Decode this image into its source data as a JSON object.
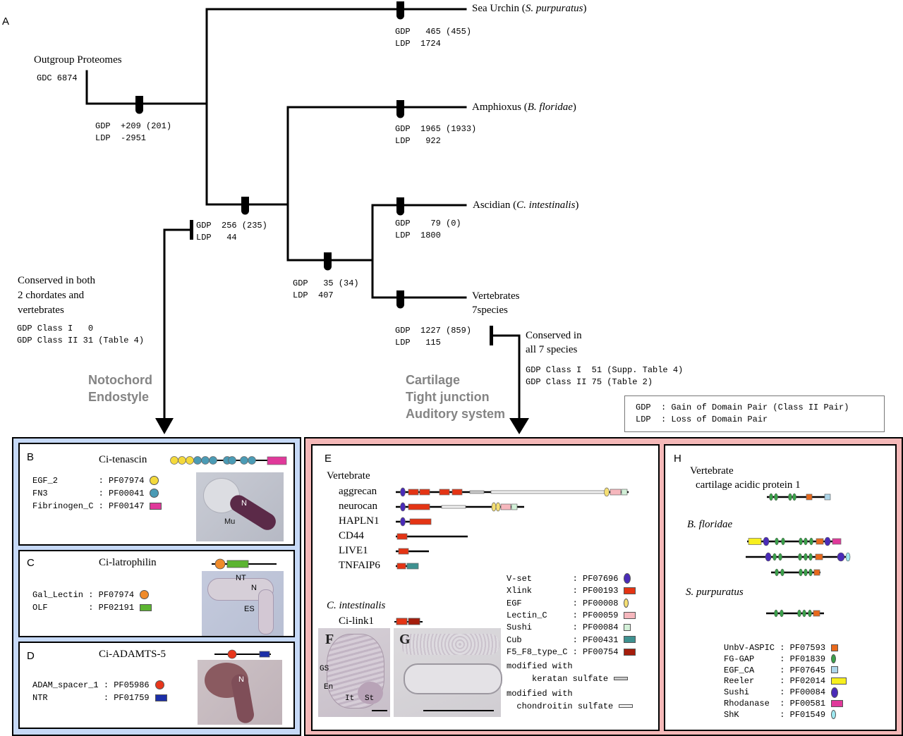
{
  "panel_labels": {
    "A": "A",
    "B": "B",
    "C": "C",
    "D": "D",
    "E": "E",
    "F": "F",
    "G": "G",
    "H": "H"
  },
  "tree": {
    "outgroup": {
      "title": "Outgroup Proteomes",
      "gdc": "GDC 6874"
    },
    "root_branch": {
      "gdp": "GDP  +209 (201)",
      "ldp": "LDP  -2951"
    },
    "sea_urchin": {
      "name": "Sea Urchin (",
      "species": "S. purpuratus",
      "close": ")",
      "gdp": "GDP   465 (455)",
      "ldp": "LDP  1724"
    },
    "amphioxus": {
      "name": "Amphioxus (",
      "species": "B. floridae",
      "close": ")",
      "gdp": "GDP  1965 (1933)",
      "ldp": "LDP   922"
    },
    "chordate_node": {
      "gdp": "GDP  256 (235)",
      "ldp": "LDP   44"
    },
    "ascidian": {
      "name": "Ascidian (",
      "species": "C. intestinalis",
      "close": ")",
      "gdp": "GDP    79 (0)",
      "ldp": "LDP  1800"
    },
    "olfactore_node": {
      "gdp": "GDP   35 (34)",
      "ldp": "LDP  407"
    },
    "vertebrates": {
      "name_line1": "Vertebrates",
      "name_line2": "7species",
      "gdp": "GDP  1227 (859)",
      "ldp": "LDP   115"
    },
    "conserved_chordates": {
      "line1": "Conserved in both",
      "line2": "2 chordates and",
      "line3": "vertebrates",
      "class1": "GDP Class I   0",
      "class2": "GDP Class II 31 (Table 4)"
    },
    "conserved_vertebrates": {
      "line1": "Conserved in",
      "line2": "all 7 species",
      "class1": "GDP Class I  51 (Supp. Table 4)",
      "class2": "GDP Class II 75 (Table 2)"
    },
    "function_left": [
      "Notochord",
      "Endostyle"
    ],
    "function_right": [
      "Cartilage",
      "Tight junction",
      "Auditory system"
    ],
    "legend": {
      "gdp": "GDP  : Gain of Domain Pair (Class II Pair)",
      "ldp": "LDP  : Loss of Domain Pair"
    }
  },
  "colors": {
    "left_frame_bg": "#c6d9f7",
    "right_frame_bg": "#f5b8b8",
    "egf2": "#f4d93b",
    "fn3": "#4b9bb5",
    "fibrinogen_c": "#e0399a",
    "gal_lectin": "#f08b2a",
    "olf": "#5cb531",
    "adam_spacer": "#e8361b",
    "ntr": "#1c2fa8",
    "vset": "#4a2bb8",
    "xlink": "#e43414",
    "egf": "#f5df73",
    "lectin_c": "#f6b7bd",
    "sushi_e": "#d3f0d8",
    "cub": "#3e9190",
    "f5f8": "#a51d0c",
    "keratan": "#c9c9c9",
    "chondroitin": "#f2f2f2",
    "unbv": "#e8691c",
    "fggap": "#3aa04a",
    "egfca": "#aed6ea",
    "reeler": "#f7ef1e",
    "sushi_h": "#4a2bb8",
    "rhodanase": "#e0399a",
    "shk": "#9fe9f1"
  },
  "panel_b": {
    "title": "Ci-tenascin",
    "legend": [
      {
        "name": "EGF_2       ",
        "pfam": ": PF07974",
        "key": "egf2",
        "shape": "circle"
      },
      {
        "name": "FN3         ",
        "pfam": ": PF00041",
        "key": "fn3",
        "shape": "circle"
      },
      {
        "name": "Fibrinogen_C",
        "pfam": ": PF00147",
        "key": "fibrinogen_c",
        "shape": "rect"
      }
    ],
    "photo_labels": [
      "N",
      "Mu"
    ]
  },
  "panel_c": {
    "title": "Ci-latrophilin",
    "legend": [
      {
        "name": "Gal_Lectin",
        "pfam": ": PF07974",
        "key": "gal_lectin",
        "shape": "circle"
      },
      {
        "name": "OLF       ",
        "pfam": ": PF02191",
        "key": "olf",
        "shape": "rect"
      }
    ],
    "photo_labels": [
      "NT",
      "N",
      "ES"
    ]
  },
  "panel_d": {
    "title": "Ci-ADAMTS-5",
    "legend": [
      {
        "name": "ADAM_spacer_1",
        "pfam": ": PF05986",
        "key": "adam_spacer",
        "shape": "circle"
      },
      {
        "name": "NTR          ",
        "pfam": ": PF01759",
        "key": "ntr",
        "shape": "rect"
      }
    ],
    "photo_labels": [
      "N"
    ]
  },
  "panel_e": {
    "group_vertebrate": "Vertebrate",
    "proteins": [
      "aggrecan",
      "neurocan",
      "HAPLN1",
      "CD44",
      "LIVE1",
      "TNFAIP6"
    ],
    "group_ci": "C. intestinalis",
    "ci_protein": "Ci-link1",
    "legend": [
      {
        "name": "V-set       ",
        "pfam": ": PF07696",
        "key": "vset",
        "shape": "ellipse"
      },
      {
        "name": "Xlink       ",
        "pfam": ": PF00193",
        "key": "xlink",
        "shape": "rect"
      },
      {
        "name": "EGF         ",
        "pfam": ": PF00008",
        "key": "egf",
        "shape": "ellipse-sm"
      },
      {
        "name": "Lectin_C    ",
        "pfam": ": PF00059",
        "key": "lectin_c",
        "shape": "rect"
      },
      {
        "name": "Sushi       ",
        "pfam": ": PF00084",
        "key": "sushi_e",
        "shape": "square"
      },
      {
        "name": "Cub         ",
        "pfam": ": PF00431",
        "key": "cub",
        "shape": "rect"
      },
      {
        "name": "F5_F8_type_C",
        "pfam": ": PF00754",
        "key": "f5f8",
        "shape": "rect"
      }
    ],
    "mod_keratan": [
      "modified with",
      "     keratan sulfate"
    ],
    "mod_chondroitin": [
      "modified with",
      "  chondroitin sulfate"
    ],
    "photo_f_labels": [
      "GS",
      "En",
      "It",
      "St"
    ]
  },
  "panel_h": {
    "group_vertebrate": [
      "Vertebrate",
      "cartilage acidic protein 1"
    ],
    "group_bf": "B. floridae",
    "group_sp": "S. purpuratus",
    "legend": [
      {
        "name": "UnbV-ASPIC",
        "pfam": ": PF07593",
        "key": "unbv",
        "shape": "square"
      },
      {
        "name": "FG-GAP    ",
        "pfam": ": PF01839",
        "key": "fggap",
        "shape": "ellipse-sm"
      },
      {
        "name": "EGF_CA    ",
        "pfam": ": PF07645",
        "key": "egfca",
        "shape": "square"
      },
      {
        "name": "Reeler    ",
        "pfam": ": PF02014",
        "key": "reeler",
        "shape": "rect-wide"
      },
      {
        "name": "Sushi     ",
        "pfam": ": PF00084",
        "key": "sushi_h",
        "shape": "ellipse"
      },
      {
        "name": "Rhodanase ",
        "pfam": ": PF00581",
        "key": "rhodanase",
        "shape": "rect"
      },
      {
        "name": "ShK       ",
        "pfam": ": PF01549",
        "key": "shk",
        "shape": "ellipse-sm"
      }
    ]
  }
}
